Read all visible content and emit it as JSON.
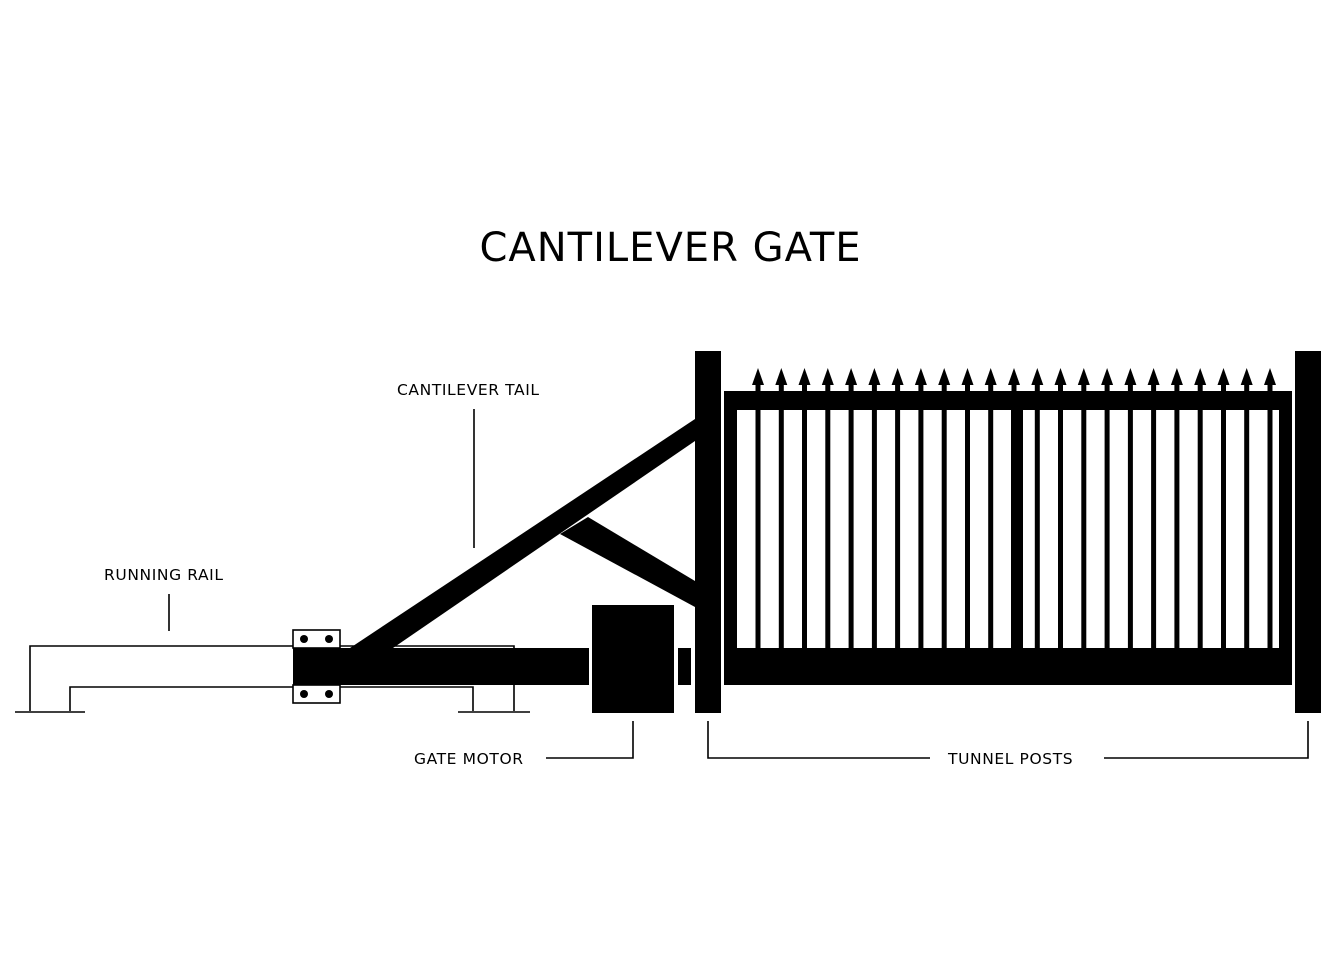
{
  "title": "CANTILEVER GATE",
  "labels": {
    "cantilever_tail": "CANTILEVER TAIL",
    "running_rail": "RUNNING RAIL",
    "gate_motor": "GATE MOTOR",
    "tunnel_posts": "TUNNEL POSTS"
  },
  "gate": {
    "spike_count": 23
  },
  "colors": {
    "ink": "#000000",
    "background": "#ffffff"
  }
}
